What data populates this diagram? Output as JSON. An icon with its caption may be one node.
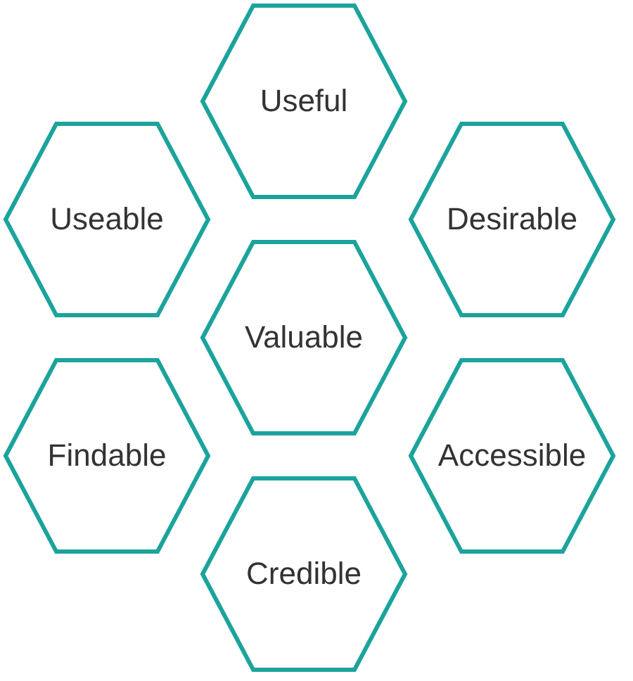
{
  "diagram": {
    "nodes": [
      {
        "text": [
          "Useful"
        ]
      },
      {
        "text": [
          "Useable"
        ]
      },
      {
        "text": [
          "Desirable"
        ]
      },
      {
        "text": [
          "Valuable"
        ]
      },
      {
        "text": [
          "Findable"
        ]
      },
      {
        "text": [
          "Accessible"
        ]
      },
      {
        "text": [
          "Credible"
        ]
      }
    ],
    "edges": []
  }
}
